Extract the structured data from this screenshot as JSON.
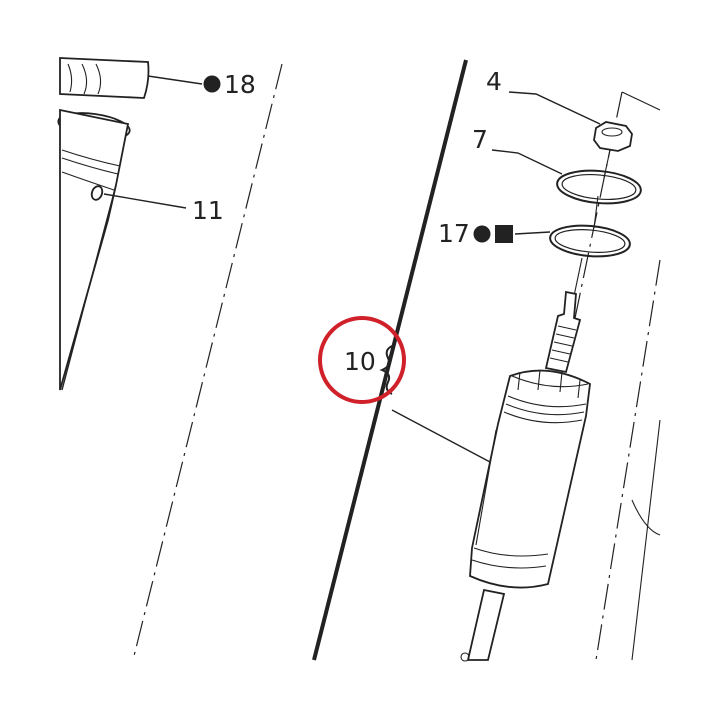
{
  "labels": {
    "item_18": "18",
    "item_11": "11",
    "item_4": "4",
    "item_7": "7",
    "item_17": "17",
    "item_10": "10"
  },
  "symbols": {
    "item_18": "circle",
    "item_17": [
      "circle",
      "square"
    ]
  },
  "highlight": {
    "item": "10",
    "color": "#d0202a"
  },
  "colors": {
    "line": "#222222",
    "background": "#ffffff"
  }
}
